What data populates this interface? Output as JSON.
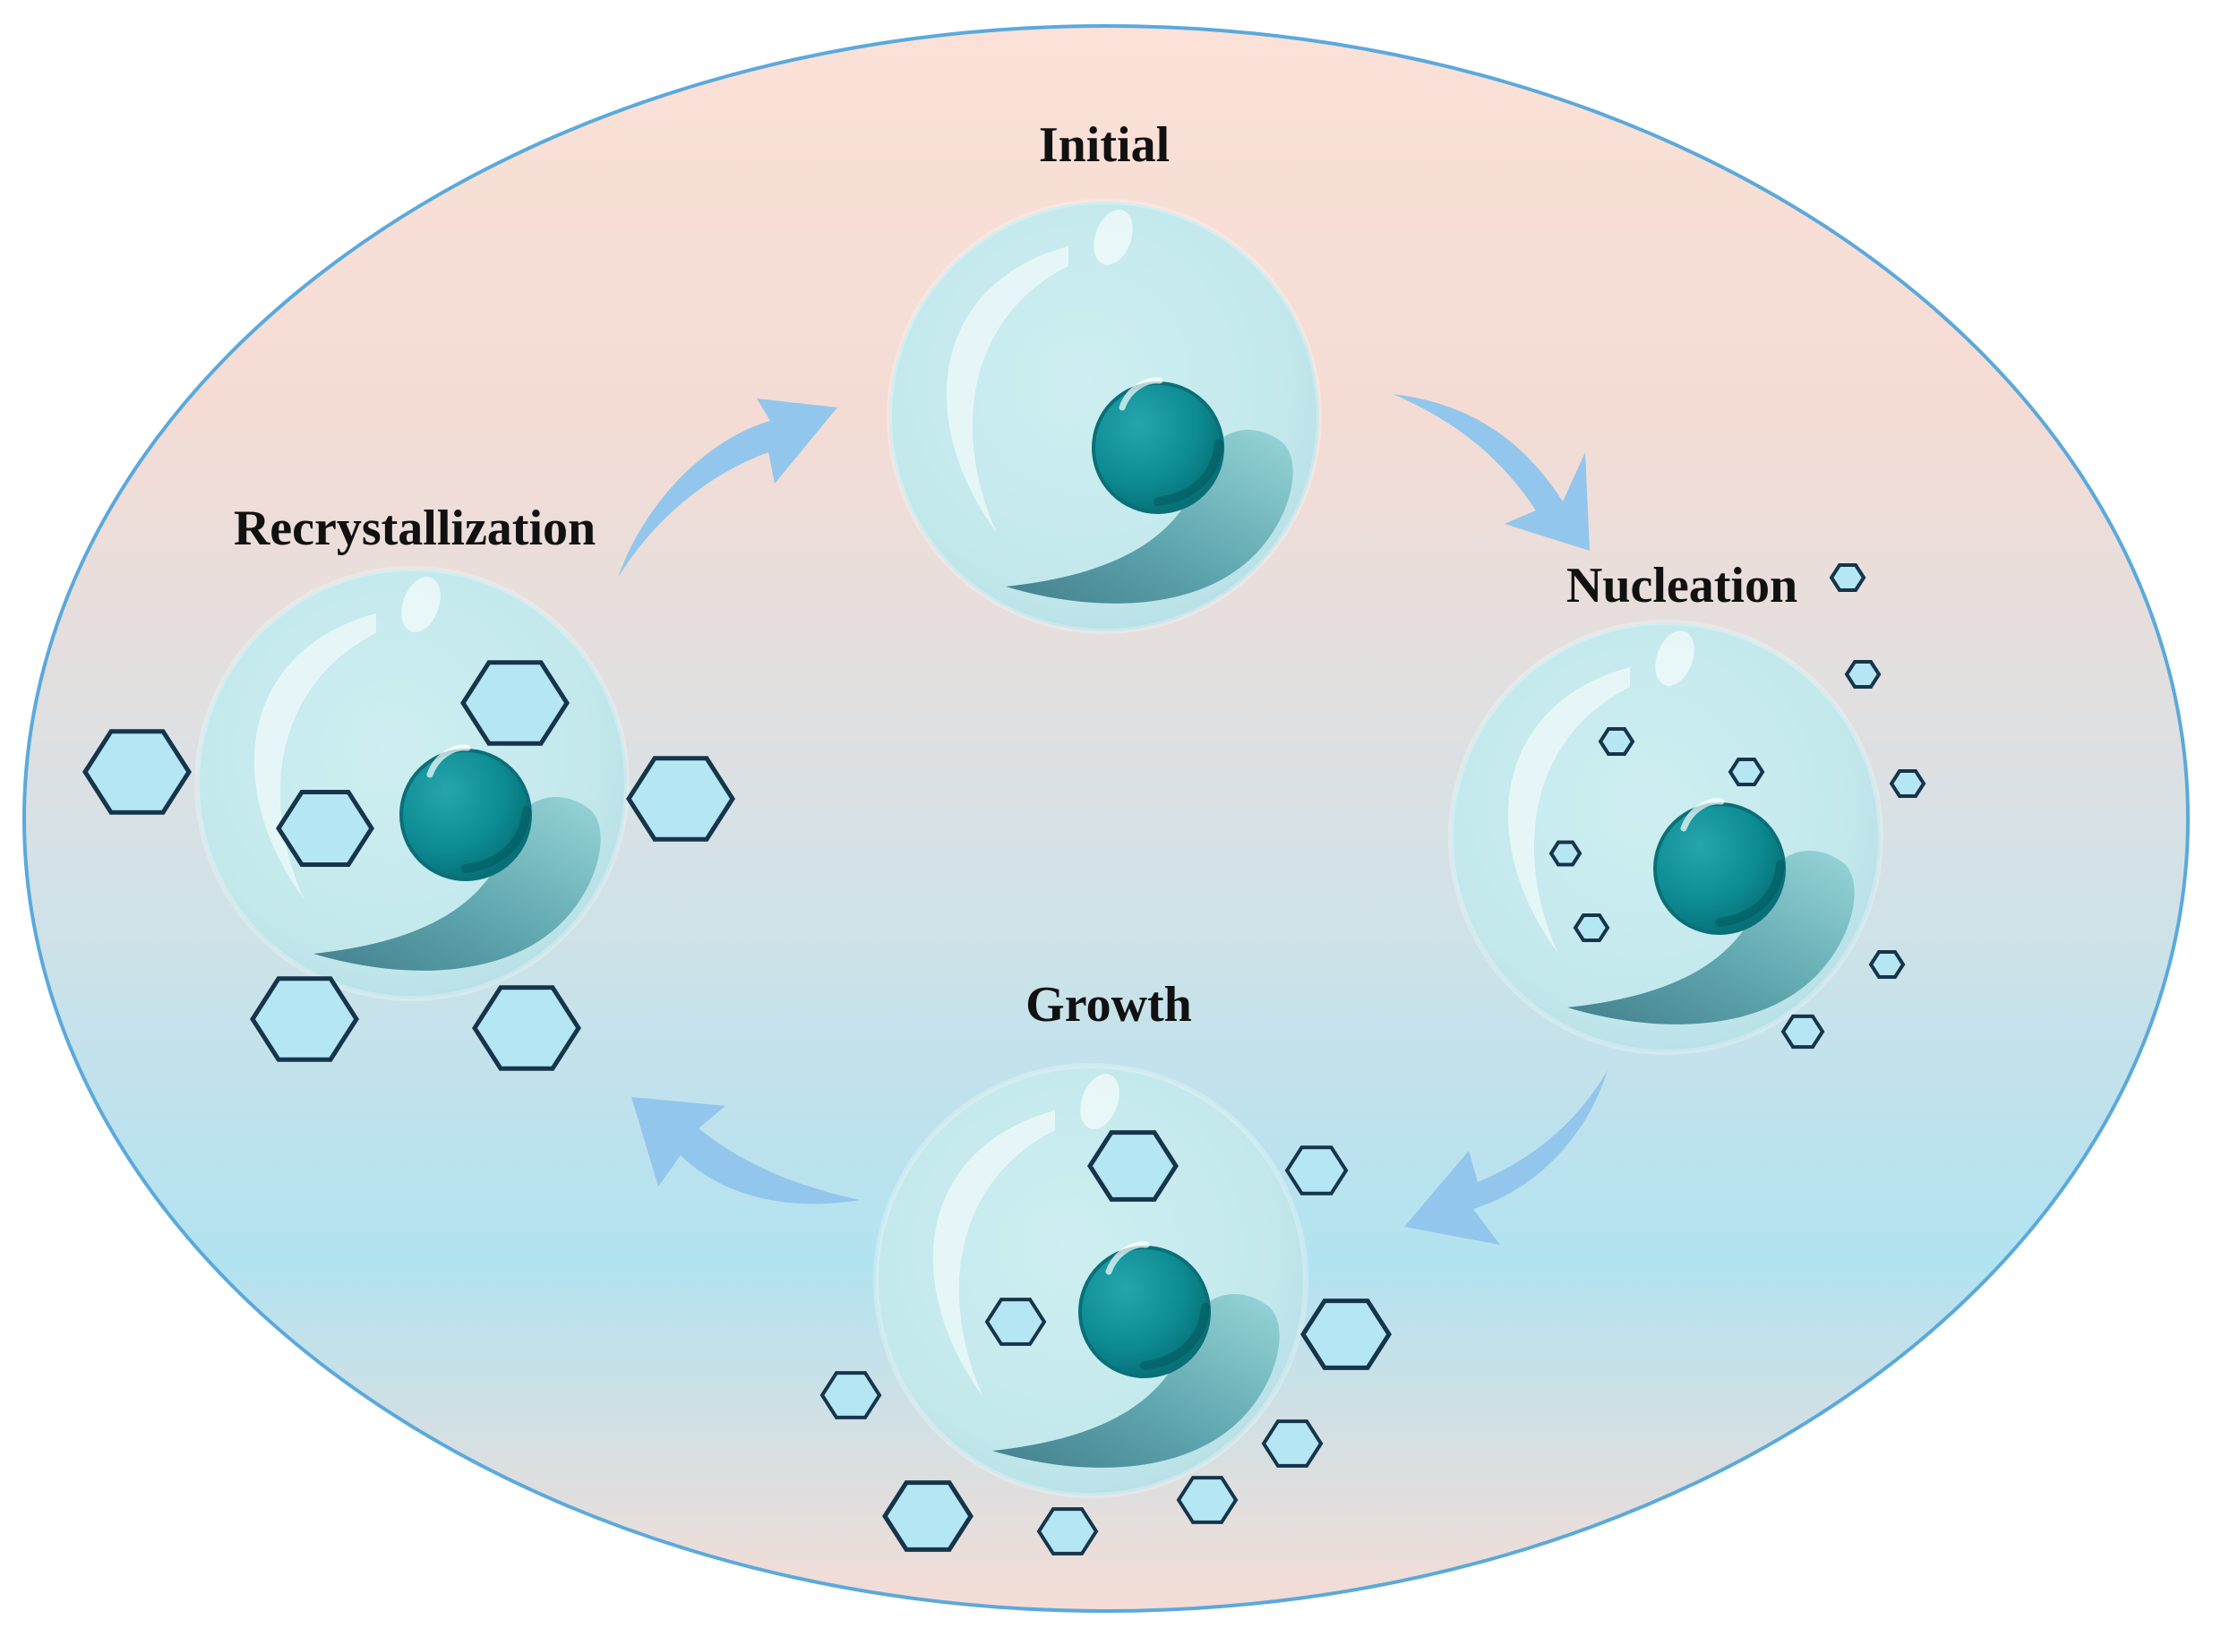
{
  "stages": [
    {
      "id": "initial",
      "label": "Initial"
    },
    {
      "id": "nucleation",
      "label": "Nucleation"
    },
    {
      "id": "growth",
      "label": "Growth"
    },
    {
      "id": "recrystallization",
      "label": "Recrystallization"
    }
  ],
  "cycle_order": [
    "Initial",
    "Nucleation",
    "Growth",
    "Recrystallization"
  ],
  "colors": {
    "background_top": "#fbe1d7",
    "background_bottom": "#b2e3f1",
    "ellipse_border": "#5ba9dc",
    "arrow": "#93c6ec",
    "bubble": "#c9eaee",
    "nucleus": "#0f8a92",
    "crystal_fill": "#b5e6f4",
    "crystal_stroke": "#16354a"
  },
  "icons": [
    "cell-bubble-icon",
    "nucleus-icon",
    "hexagon-crystal-icon",
    "curved-arrow-icon"
  ]
}
